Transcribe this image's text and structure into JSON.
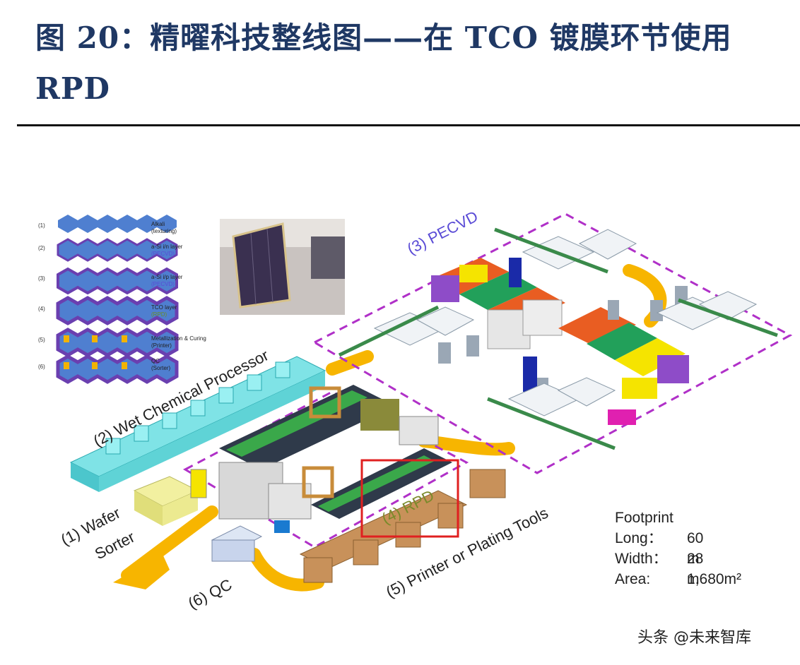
{
  "header": {
    "title": "图 20：精曜科技整线图——在 TCO 镀膜环节使用 RPD"
  },
  "figure": {
    "layer_legend": [
      {
        "num": "(1)",
        "name": "Alkali",
        "tool": "(texturing)"
      },
      {
        "num": "(2)",
        "name": "a-Si i/n layer",
        "tool": "(PECVD)"
      },
      {
        "num": "(3)",
        "name": "a-Si i/p layer",
        "tool": "(PECVD)"
      },
      {
        "num": "(4)",
        "name": "TCO layer",
        "tool": "(RPD)"
      },
      {
        "num": "(5)",
        "name": "Metallization & Curing",
        "tool": "(Printer)"
      },
      {
        "num": "(6)",
        "name": "QC",
        "tool": "(Sorter)"
      }
    ],
    "stations": {
      "pecvd": "(3) PECVD",
      "wet": "(2) Wet Chemical Processor",
      "wafer_line1": "(1)  Wafer",
      "wafer_line2": "Sorter",
      "rpd": "(4) RPD",
      "printer": "(5) Printer or Plating Tools",
      "qc": "(6) QC"
    },
    "footprint": {
      "heading": "Footprint",
      "long_label": "Long：",
      "long_value": "60 m",
      "width_label": "Width：",
      "width_value": "28 m",
      "area_label": "Area:",
      "area_value": "1,680m²"
    },
    "colors": {
      "wet": "#5fd3d6",
      "pecvd_border": "#b030c8",
      "highlight_box": "#e02020",
      "flow": "#f7b500",
      "printer": "#c8915a",
      "rpd_label": "#7a8a2a"
    }
  },
  "watermark": "头条 @未来智库"
}
